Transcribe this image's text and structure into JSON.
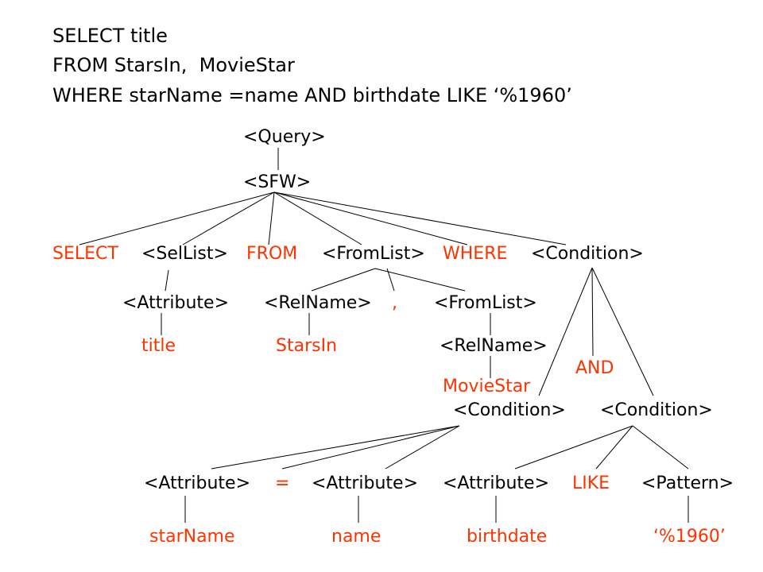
{
  "query_text": {
    "line1": "SELECT title",
    "line2": "FROM StarsIn,  MovieStar",
    "line3": "WHERE starName =name AND birthdate LIKE ‘%1960’"
  },
  "tree": {
    "query": "<Query>",
    "sfw": "<SFW>",
    "select_kw": "SELECT",
    "sellist": "<SelList>",
    "from_kw": "FROM",
    "fromlist": "<FromList>",
    "where_kw": "WHERE",
    "condition": "<Condition>",
    "attribute_1": "<Attribute>",
    "relname_1": "<RelName>",
    "comma": ",",
    "fromlist_2": "<FromList>",
    "title": "title",
    "starsin": "StarsIn",
    "relname_2": "<RelName>",
    "and_kw": "AND",
    "moviestar": "MovieStar",
    "condition_left": "<Condition>",
    "condition_right": "<Condition>",
    "attribute_2": "<Attribute>",
    "eq": "=",
    "attribute_3": "<Attribute>",
    "attribute_4": "<Attribute>",
    "like_kw": "LIKE",
    "pattern": "<Pattern>",
    "starname": "starName",
    "name": "name",
    "birthdate": "birthdate",
    "pattern_value": "‘%1960’"
  },
  "colors": {
    "nonterminal": "#000000",
    "terminal": "#ff3300"
  }
}
